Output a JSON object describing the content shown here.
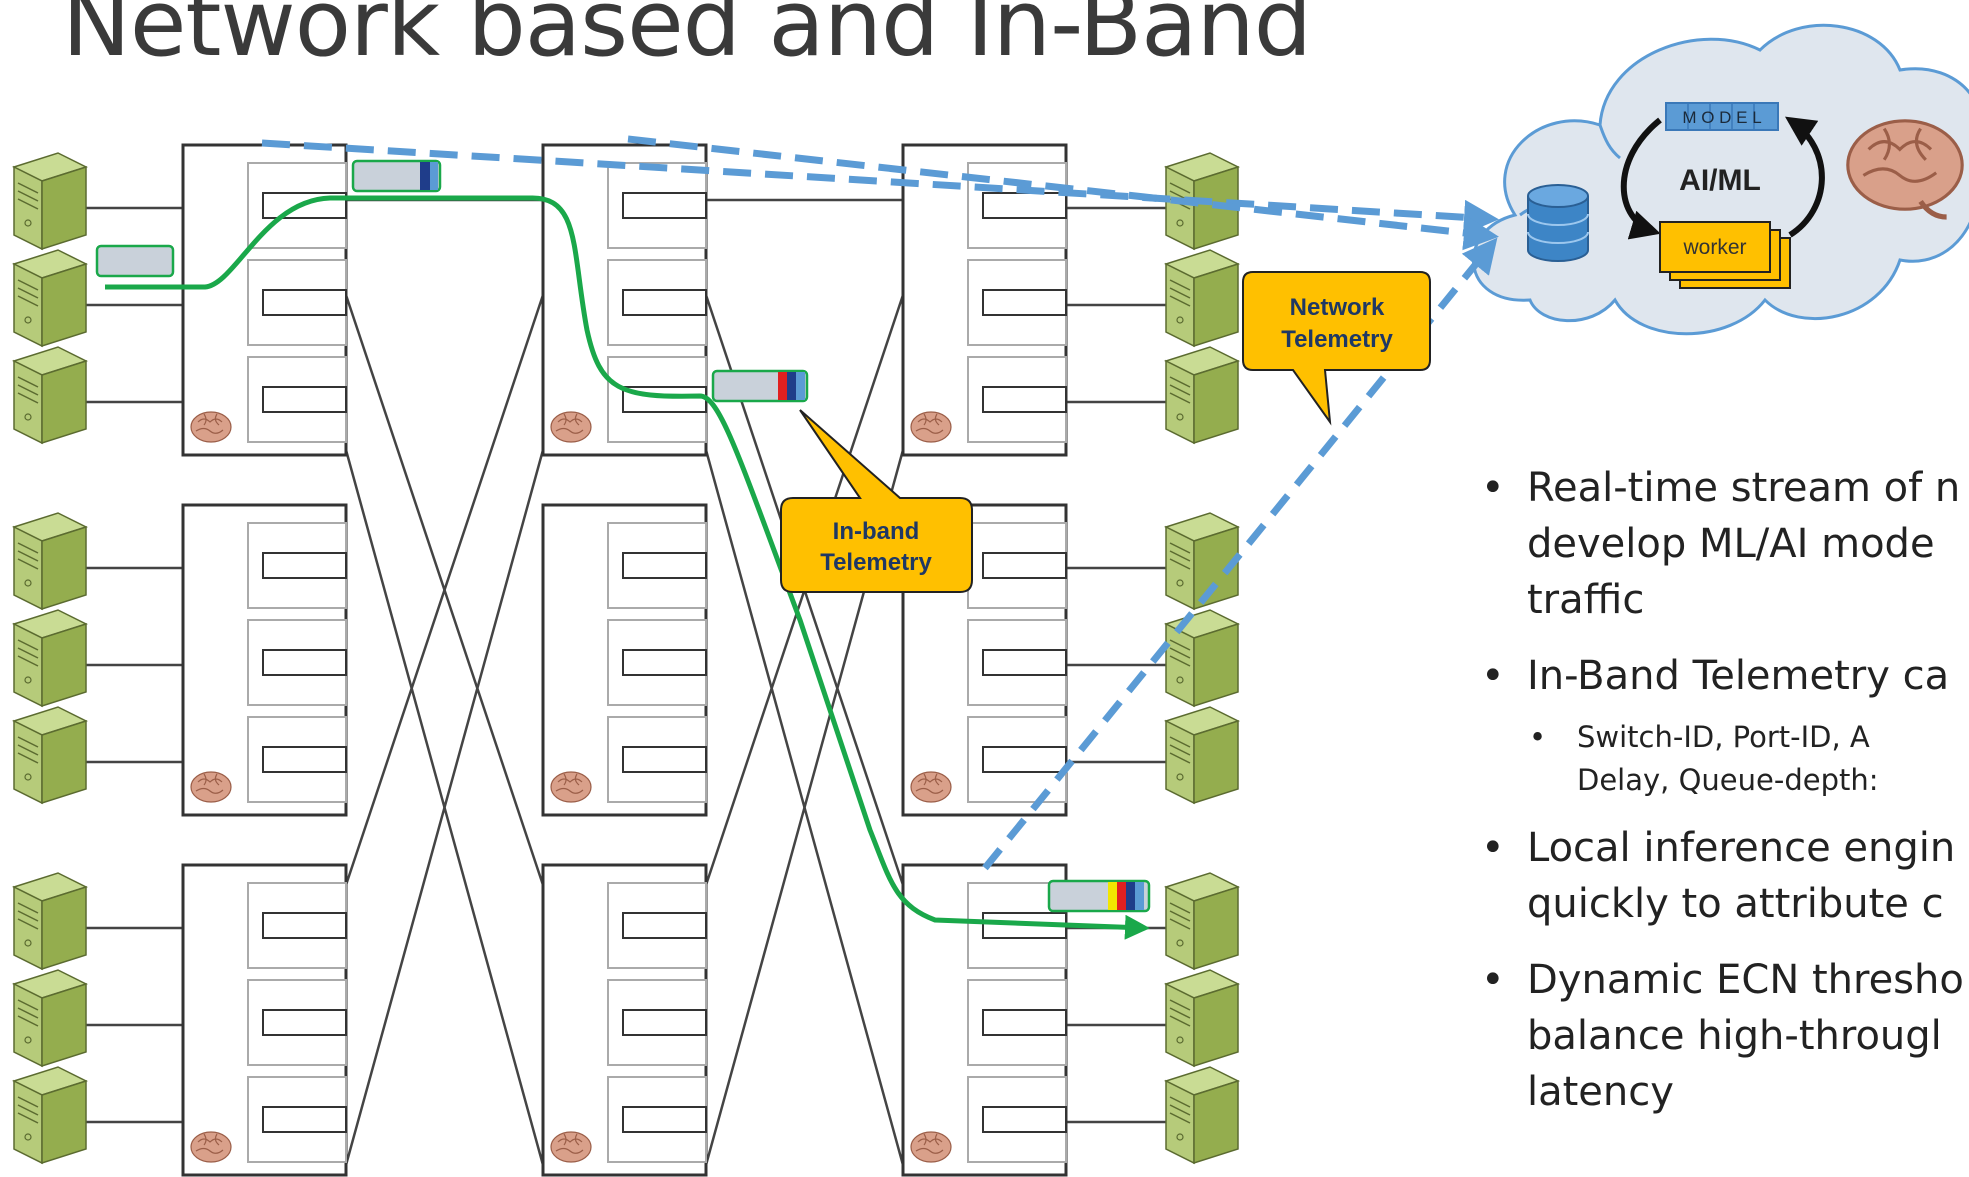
{
  "slide": {
    "title": "Network based and In-Band"
  },
  "cloud": {
    "model_label": "M O D E L",
    "aiml_label": "AI/ML",
    "worker_label": "worker"
  },
  "callouts": {
    "network_telemetry": [
      "Network",
      "Telemetry"
    ],
    "inband_telemetry": [
      "In-band",
      "Telemetry"
    ]
  },
  "bullets": [
    {
      "lines": [
        "Real-time stream of n",
        "develop ML/AI mode",
        "traffic"
      ]
    },
    {
      "lines": [
        "In-Band Telemetry ca"
      ]
    },
    {
      "sub": true,
      "lines": [
        "Switch-ID, Port-ID, A",
        "Delay, Queue-depth:"
      ]
    },
    {
      "lines": [
        "Local inference engin",
        "quickly to attribute c"
      ]
    },
    {
      "lines": [
        "Dynamic ECN thresho",
        "balance high-througl",
        "latency"
      ]
    }
  ],
  "colors": {
    "flow_path": "#1aa84a",
    "telemetry_arrow": "#5b9bd5",
    "callout_fill": "#ffc000",
    "server_green": "#a8c26a",
    "cloud_fill": "#dfe6ee",
    "model_blue": "#5b9bd5"
  },
  "icons": [
    "server-icon",
    "switch-icon",
    "brain-icon",
    "database-icon",
    "packet-icon",
    "cloud-icon"
  ]
}
